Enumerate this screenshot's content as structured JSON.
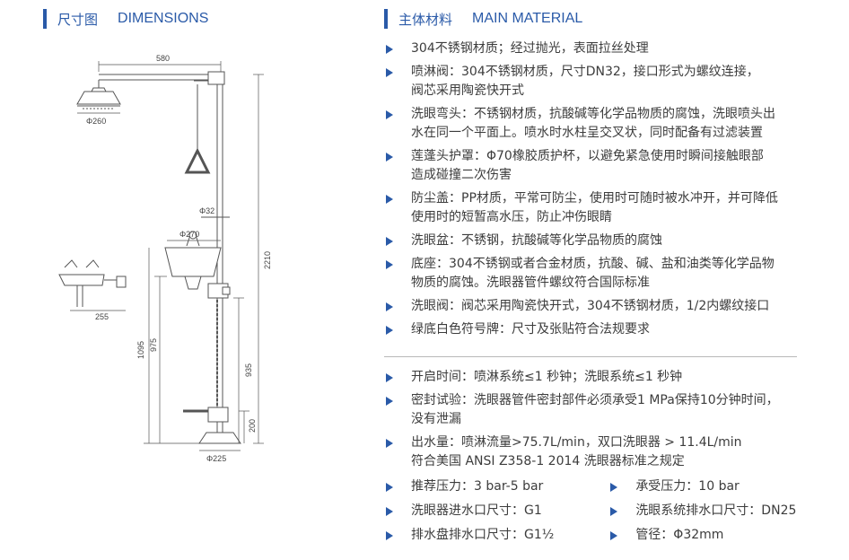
{
  "left_heading": {
    "cn": "尺寸图",
    "en": "DIMENSIONS"
  },
  "right_heading": {
    "cn": "主体材料",
    "en": "MAIN MATERIAL"
  },
  "drawing_labels": {
    "d580": "580",
    "d260": "Φ260",
    "d32": "Φ32",
    "d270": "Φ270",
    "d255": "255",
    "d2210": "2210",
    "d1095": "1095",
    "d975": "975",
    "d935": "935",
    "d200": "200",
    "d225": "Φ225"
  },
  "materials": [
    {
      "line1": "304不锈钢材质；经过抛光，表面拉丝处理",
      "line2": ""
    },
    {
      "line1": "喷淋阀：304不锈钢材质，尺寸DN32，接口形式为螺纹连接，",
      "line2": "阀芯采用陶瓷快开式"
    },
    {
      "line1": "洗眼弯头：不锈钢材质，抗酸碱等化学品物质的腐蚀，洗眼喷头出",
      "line2": "水在同一个平面上。喷水时水柱呈交叉状，同时配备有过滤装置"
    },
    {
      "line1": "莲蓬头护罩：Φ70橡胶质护杯，以避免紧急使用时瞬间接触眼部",
      "line2": "造成碰撞二次伤害"
    },
    {
      "line1": "防尘盖：PP材质，平常可防尘，使用时可随时被水冲开，并可降低",
      "line2": "使用时的短暂高水压，防止冲伤眼睛"
    },
    {
      "line1": "洗眼盆：不锈钢，抗酸碱等化学品物质的腐蚀",
      "line2": ""
    },
    {
      "line1": "底座：304不锈钢或者合金材质，抗酸、碱、盐和油类等化学品物",
      "line2": "物质的腐蚀。洗眼器管件螺纹符合国际标准"
    },
    {
      "line1": "洗眼阀：阀芯采用陶瓷快开式，304不锈钢材质，1/2内螺纹接口",
      "line2": ""
    },
    {
      "line1": "绿底白色符号牌：尺寸及张贴符合法规要求",
      "line2": ""
    }
  ],
  "specs": [
    {
      "line1": "开启时间：喷淋系统≤1 秒钟；洗眼系统≤1 秒钟",
      "line2": ""
    },
    {
      "line1": "密封试验：洗眼器管件密封部件必须承受1 MPa保持10分钟时间，",
      "line2": "没有泄漏"
    },
    {
      "line1": "出水量：喷淋流量>75.7L/min，双口洗眼器 > 11.4L/min",
      "line2": "符合美国 ANSI Z358-1 2014 洗眼器标准之规定"
    }
  ],
  "spec_grid": [
    [
      "推荐压力：3 bar-5 bar",
      "承受压力：10 bar"
    ],
    [
      "洗眼器进水口尺寸：G1",
      "洗眼系统排水口尺寸：DN25"
    ],
    [
      "排水盘排水口尺寸：G1½",
      "管径：Φ32mm"
    ]
  ],
  "colors": {
    "accent": "#2a5aa8",
    "text": "#3c3c3c",
    "line": "#555555"
  }
}
